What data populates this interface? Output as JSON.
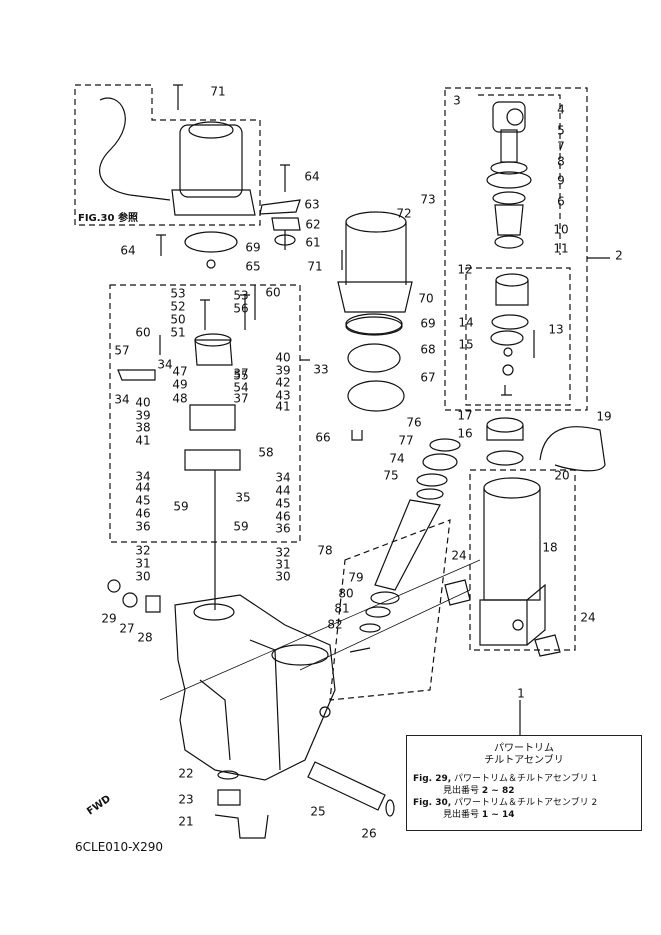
{
  "diagram": {
    "drawing_code": "6CLE010-X290",
    "fig_reference": "FIG.30 参照",
    "fwd_label": "FWD",
    "legend": {
      "title_line1": "パワートリム",
      "title_line2": "チルトアセンブリ",
      "fig29_prefix": "Fig. 29,",
      "fig29_text": "パワートリム＆チルトアセンブリ 1",
      "fig29_ref_prefix": "見出番号",
      "fig29_ref_range": "2 ~ 82",
      "fig30_prefix": "Fig. 30,",
      "fig30_text": "パワートリム＆チルトアセンブリ 2",
      "fig30_ref_prefix": "見出番号",
      "fig30_ref_range": "1 ~ 14"
    },
    "callouts": [
      "71",
      "64",
      "63",
      "62",
      "61",
      "69",
      "65",
      "53",
      "52",
      "50",
      "51",
      "60",
      "56",
      "57",
      "34",
      "47",
      "49",
      "48",
      "37",
      "55",
      "54",
      "42",
      "43",
      "39",
      "40",
      "38",
      "41",
      "33",
      "58",
      "44",
      "45",
      "46",
      "36",
      "59",
      "35",
      "32",
      "31",
      "30",
      "29",
      "27",
      "28",
      "72",
      "73",
      "70",
      "68",
      "67",
      "66",
      "76",
      "77",
      "74",
      "75",
      "78",
      "79",
      "80",
      "81",
      "82",
      "3",
      "4",
      "5",
      "7",
      "8",
      "9",
      "6",
      "10",
      "11",
      "2",
      "12",
      "13",
      "14",
      "15",
      "17",
      "16",
      "19",
      "20",
      "18",
      "24",
      "1",
      "22",
      "23",
      "21",
      "25",
      "26"
    ]
  }
}
